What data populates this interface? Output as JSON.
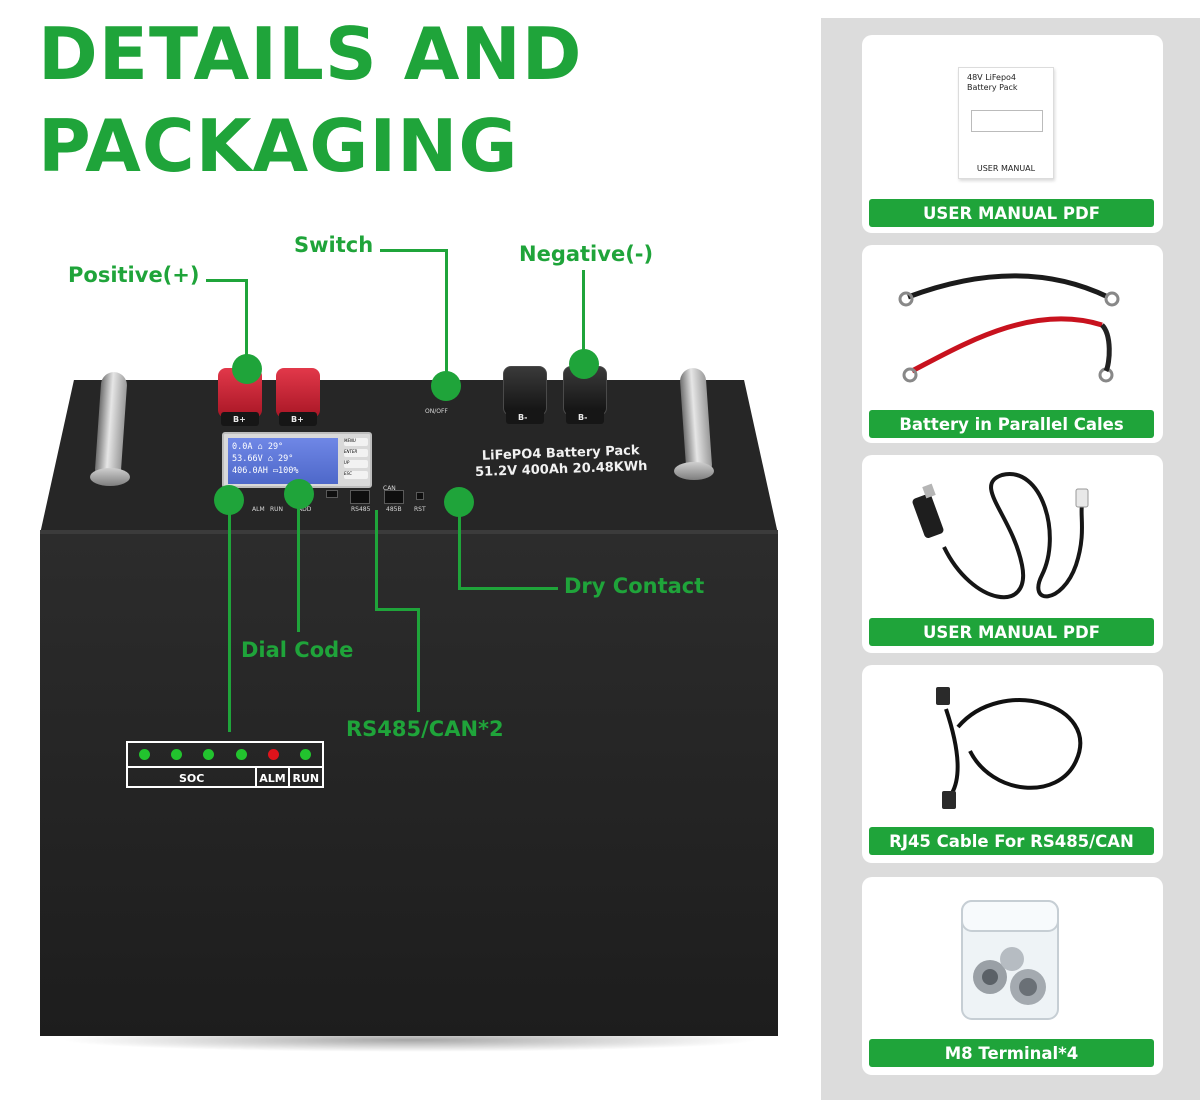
{
  "title": {
    "line1": "DETAILS AND",
    "line2": "PACKAGING"
  },
  "battery": {
    "brand_line1": "LiFePO4 Battery Pack",
    "brand_line2": "51.2V 400Ah 20.48KWh",
    "terminal_pos_label": "B+",
    "terminal_neg_label": "B-",
    "switch_label": "ON/OFF",
    "lcd_lines": [
      "0.0A  ⌂  29°",
      "53.66V ⌂ 29°",
      "406.0AH ▭100%"
    ],
    "lcd_buttons": [
      "MENU",
      "ENTER",
      "UP",
      "ESC"
    ],
    "panel_labels": {
      "alm": "ALM",
      "run": "RUN",
      "add": "ADD",
      "rs485": "RS485",
      "can": "CAN",
      "rs485b": "485B",
      "rst": "RST"
    }
  },
  "callouts": {
    "positive": "Positive(+)",
    "switch": "Switch",
    "negative": "Negative(-)",
    "dry_contact": "Dry Contact",
    "dial_code": "Dial Code",
    "rs485": "RS485/CAN*2"
  },
  "led_panel": {
    "leds": [
      "green",
      "green",
      "green",
      "green",
      "red",
      "green"
    ],
    "labels": {
      "soc": "SOC",
      "alm": "ALM",
      "run": "RUN"
    }
  },
  "colors": {
    "accent": "#1fa43a",
    "led_green": "#22c32e",
    "led_red": "#e0131b",
    "sidebar_bg": "#dcdcdc"
  },
  "packaging_items": [
    {
      "label": "USER MANUAL PDF",
      "image": "user-manual-booklet",
      "doc_title": "48V LiFepo4\nBattery Pack",
      "doc_footer": "USER MANUAL"
    },
    {
      "label": "Battery in Parallel Cales",
      "image": "parallel-cables"
    },
    {
      "label": "USER MANUAL PDF",
      "image": "usb-communication-cable"
    },
    {
      "label": "RJ45 Cable For RS485/CAN",
      "image": "rj45-cable"
    },
    {
      "label": "M8 Terminal*4",
      "image": "m8-terminal-box"
    }
  ]
}
